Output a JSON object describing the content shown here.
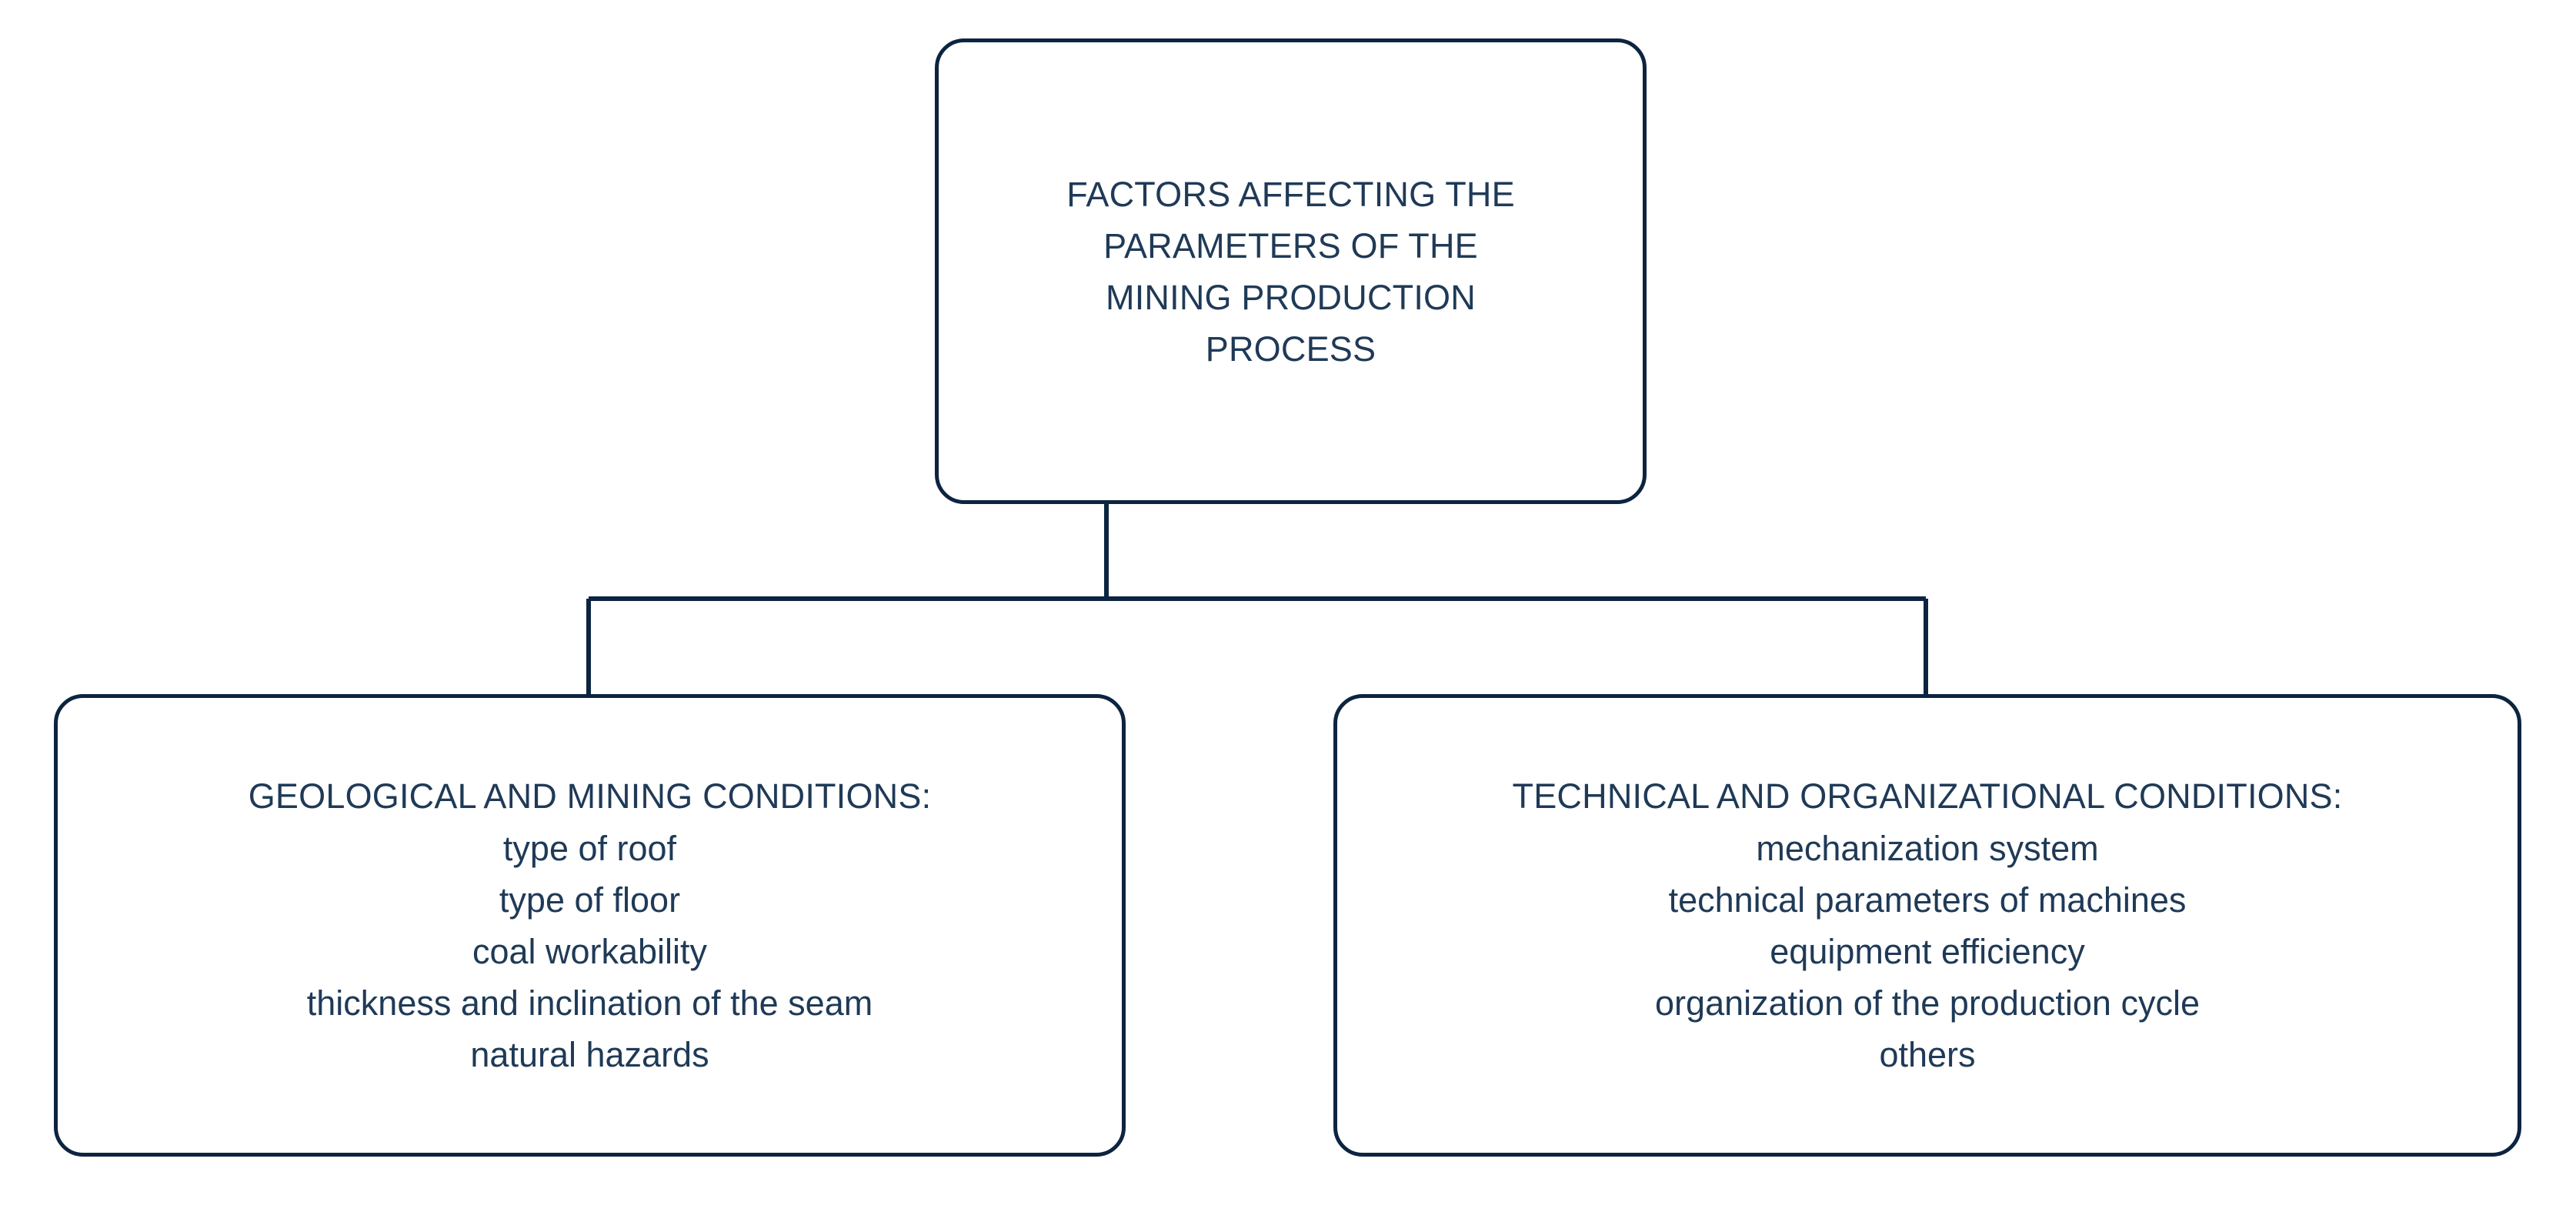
{
  "diagram": {
    "background_color": "#ffffff",
    "stroke_color": "#0d2440",
    "text_color": "#1f3a57",
    "root": {
      "title_lines": [
        "FACTORS AFFECTING THE",
        "PARAMETERS OF THE",
        "MINING PRODUCTION",
        "PROCESS"
      ]
    },
    "children": [
      {
        "title": "GEOLOGICAL AND MINING CONDITIONS:",
        "items": [
          "type of roof",
          "type of floor",
          "coal workability",
          "thickness and inclination of the seam",
          "natural hazards"
        ]
      },
      {
        "title": "TECHNICAL AND ORGANIZATIONAL CONDITIONS:",
        "items": [
          "mechanization system",
          "technical parameters of machines",
          "equipment efficiency",
          "organization of the production cycle",
          "others"
        ]
      }
    ]
  },
  "chart_data": {
    "type": "table",
    "title": "FACTORS AFFECTING THE PARAMETERS OF THE MINING PRODUCTION PROCESS",
    "categories": [
      "GEOLOGICAL AND MINING CONDITIONS:",
      "TECHNICAL AND ORGANIZATIONAL CONDITIONS:"
    ],
    "series": [
      {
        "name": "GEOLOGICAL AND MINING CONDITIONS:",
        "values": [
          "type of roof",
          "type of floor",
          "coal workability",
          "thickness and inclination of the seam",
          "natural hazards"
        ]
      },
      {
        "name": "TECHNICAL AND ORGANIZATIONAL CONDITIONS:",
        "values": [
          "mechanization system",
          "technical parameters of machines",
          "equipment efficiency",
          "organization of the production cycle",
          "others"
        ]
      }
    ]
  }
}
